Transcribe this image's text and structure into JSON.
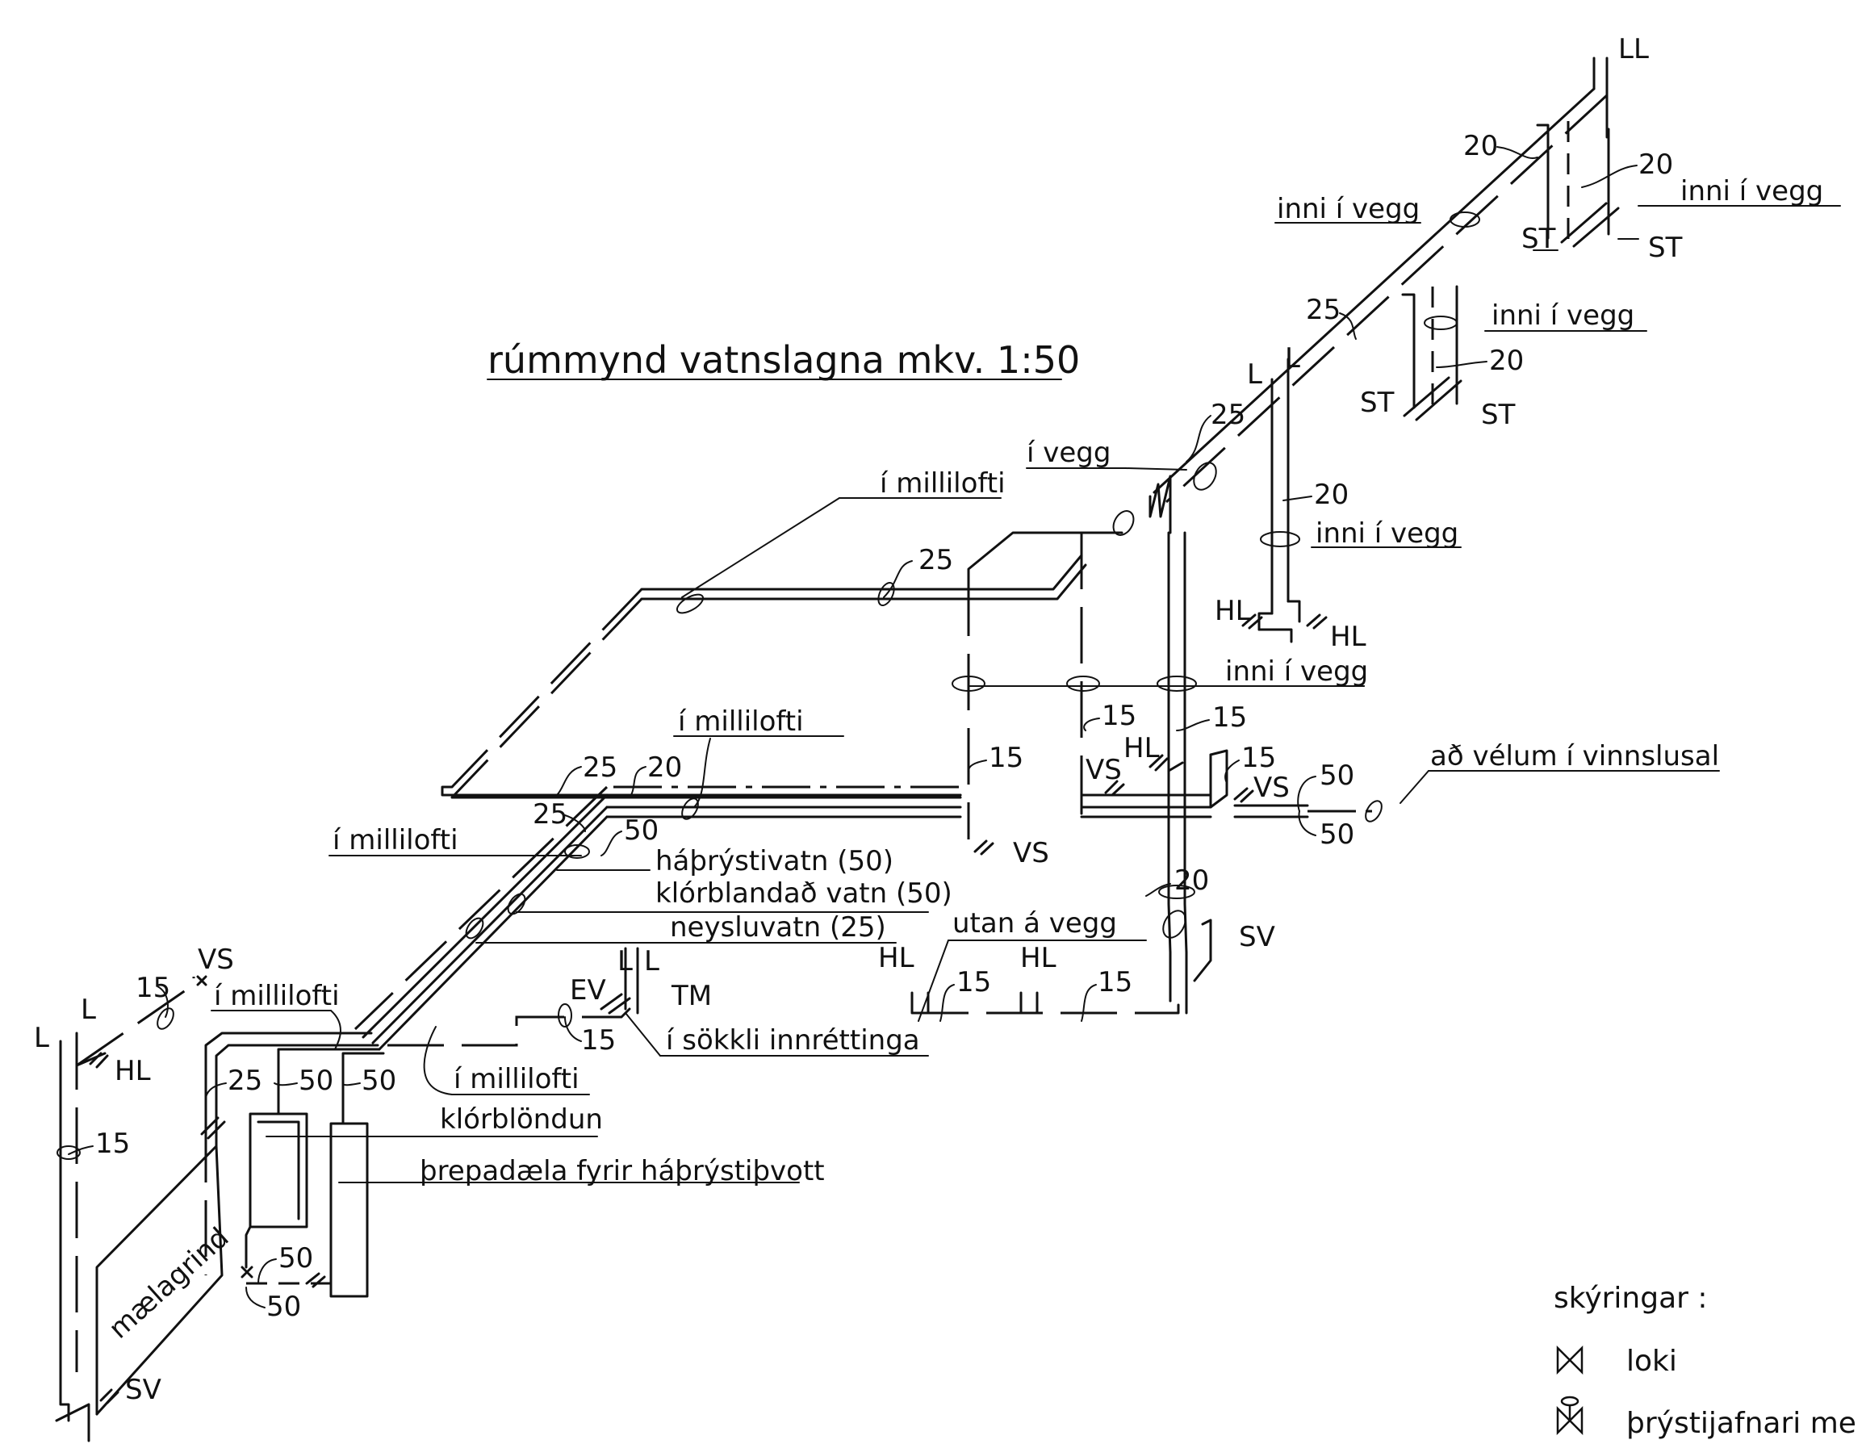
{
  "title": "rúmmynd vatnslagna mkv. 1:50",
  "labels": {
    "LL": "LL",
    "L": "L",
    "HL": "HL",
    "ST": "ST",
    "VS": "VS",
    "SV": "SV",
    "EV": "EV",
    "TM": "TM",
    "inni_i_vegg": "inni í vegg",
    "i_vegg": "í vegg",
    "i_millilofti": "í millilofti",
    "ad_velum": "að vélum í vinnslusal",
    "utan_a_vegg": "utan á vegg",
    "i_sokkli": "í sökkli innréttinga",
    "haprystivatn": "háþrýstivatn (50)",
    "klorblandad": "klórblandað vatn (50)",
    "neysluvatn": "neysluvatn (25)",
    "klorblondun": "klórblöndun",
    "prepadaela": "þrepadæla fyrir háþrýstiþvott",
    "maelagrind": "mælagrind"
  },
  "dims": {
    "d15": "15",
    "d20": "20",
    "d25": "25",
    "d50": "50"
  },
  "legend": {
    "heading": "skýringar :",
    "items": [
      {
        "icon": "valve-icon",
        "label": "loki"
      },
      {
        "icon": "pressure-reducer-icon",
        "label": "þrýstijafnari me"
      }
    ]
  }
}
